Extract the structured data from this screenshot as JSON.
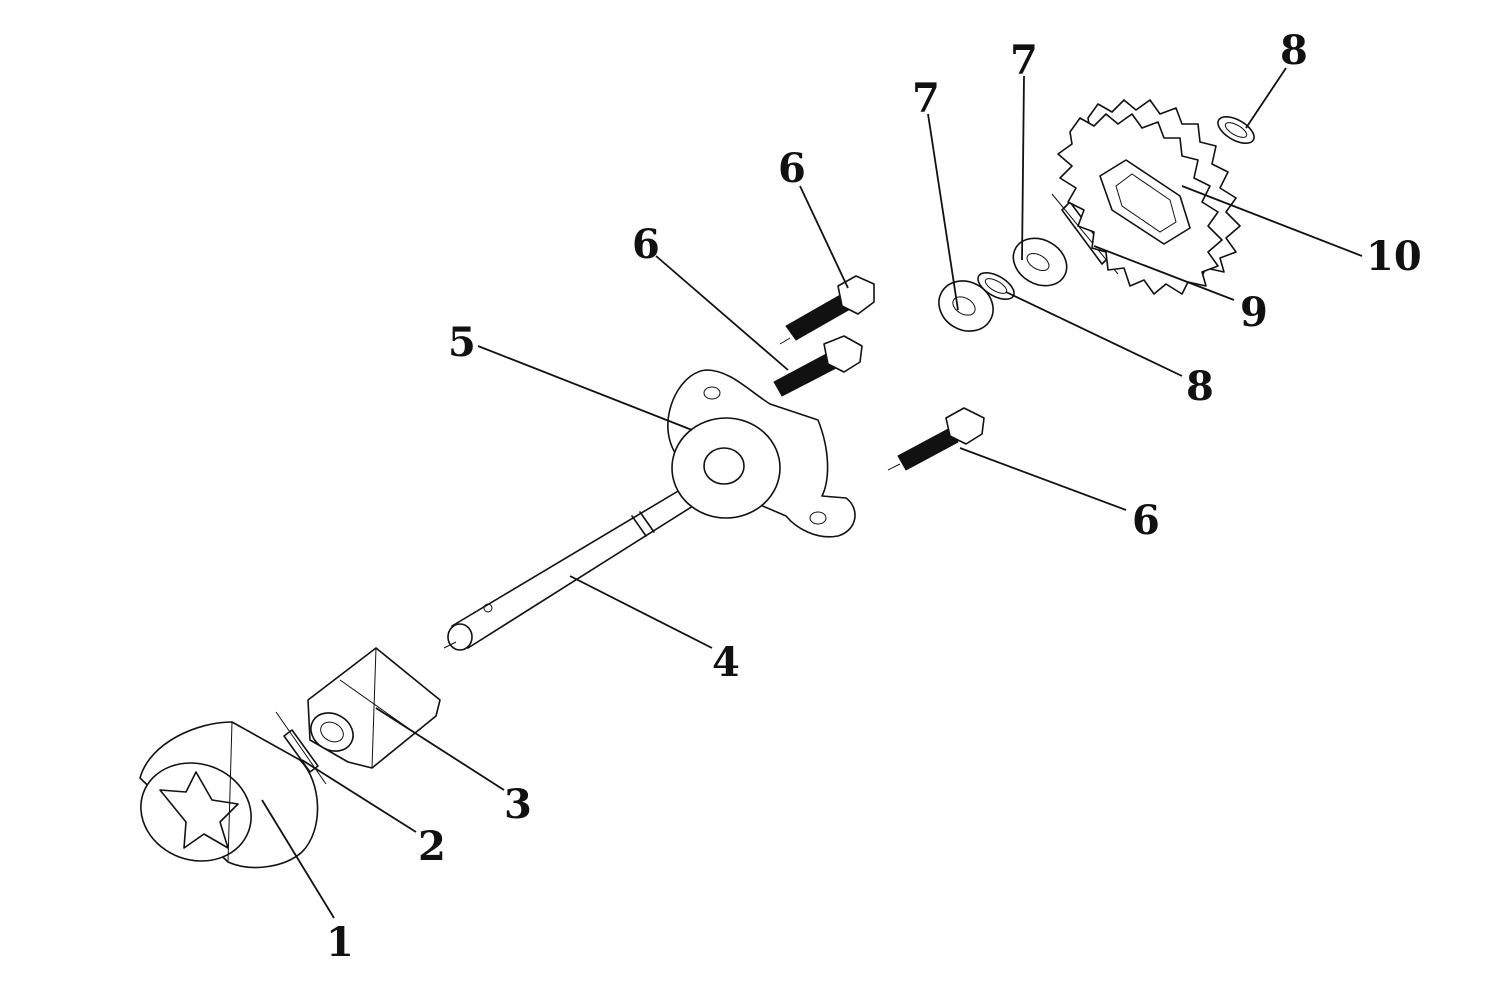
{
  "callouts": [
    {
      "id": "c1",
      "label": "1"
    },
    {
      "id": "c2",
      "label": "2"
    },
    {
      "id": "c3",
      "label": "3"
    },
    {
      "id": "c4",
      "label": "4"
    },
    {
      "id": "c5",
      "label": "5"
    },
    {
      "id": "c6a",
      "label": "6"
    },
    {
      "id": "c6b",
      "label": "6"
    },
    {
      "id": "c6c",
      "label": "6"
    },
    {
      "id": "c7a",
      "label": "7"
    },
    {
      "id": "c7b",
      "label": "7"
    },
    {
      "id": "c8a",
      "label": "8"
    },
    {
      "id": "c8b",
      "label": "8"
    },
    {
      "id": "c9",
      "label": "9"
    },
    {
      "id": "c10",
      "label": "10"
    }
  ],
  "colors": {
    "line": "#111111",
    "background": "#ffffff"
  }
}
